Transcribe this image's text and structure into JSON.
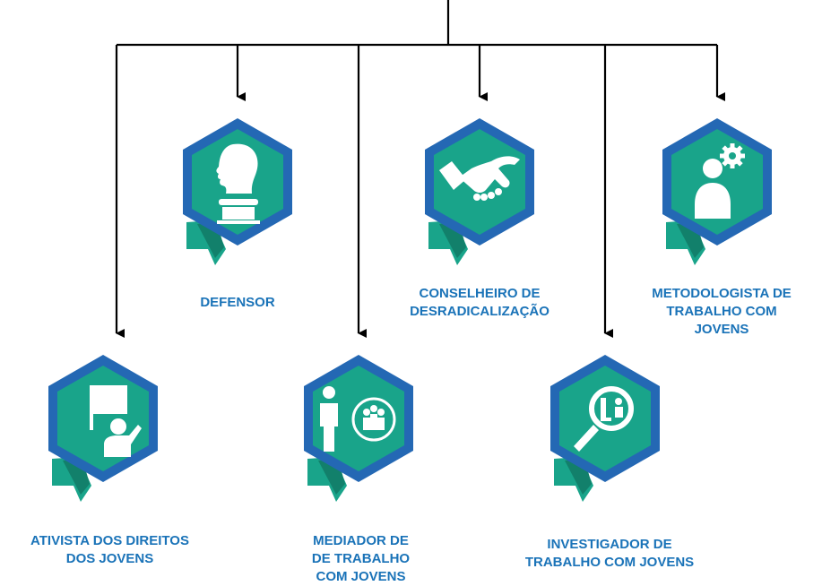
{
  "colors": {
    "hex_outer": "#2468b4",
    "hex_inner": "#19a48a",
    "ribbon": "#19a48a",
    "ribbon_dark": "#12806b",
    "icon": "#ffffff",
    "line": "#000000",
    "label": "#1a73b8"
  },
  "roles": [
    {
      "id": "defensor",
      "icon": "head-with-column-icon",
      "lines": [
        "DEFENSOR"
      ]
    },
    {
      "id": "conselheiro",
      "icon": "handshake-icon",
      "lines": [
        "CONSELHEIRO DE",
        "DESRADICALIZAÇÃO"
      ]
    },
    {
      "id": "metodologista",
      "icon": "person-with-gear-icon",
      "lines": [
        "METODOLOGISTA DE",
        "TRABALHO COM",
        "JOVENS"
      ]
    },
    {
      "id": "ativista",
      "icon": "person-with-flag-icon",
      "lines": [
        "ATIVISTA DOS DIREITOS",
        "DOS JOVENS"
      ]
    },
    {
      "id": "mediador",
      "icon": "person-and-group-icon",
      "lines": [
        "MEDIADOR DE",
        "DE TRABALHO",
        "COM JOVENS"
      ]
    },
    {
      "id": "investigador",
      "icon": "magnifier-icon",
      "lines": [
        "INVESTIGADOR DE",
        "TRABALHO COM JOVENS"
      ]
    }
  ]
}
